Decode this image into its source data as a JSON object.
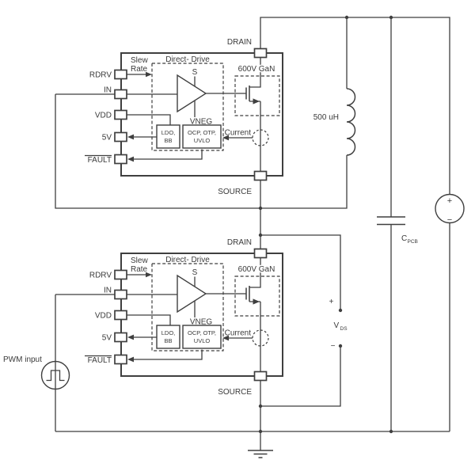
{
  "colors": {
    "line": "#3f3f3f",
    "text": "#3a3a3a",
    "background": "#ffffff"
  },
  "ic": {
    "pin_rdrv": "RDRV",
    "pin_in": "IN",
    "pin_vdd": "VDD",
    "pin_5v": "5V",
    "pin_fault": "FAULT",
    "pin_drain": "DRAIN",
    "pin_source": "SOURCE",
    "slew_line1": "Slew",
    "slew_line2": "Rate",
    "direct_drive": "Direct- Drive",
    "buffer_s": "S",
    "vneg": "VNEG",
    "ldo_line1": "LDO,",
    "ldo_line2": "BB",
    "protect_line1": "OCP, OTP,",
    "protect_line2": "UVLO",
    "current": "Current",
    "gan_label": "600V GaN"
  },
  "circuit": {
    "inductor": "500 uH",
    "cap_main": "C",
    "cap_sub": "PCB",
    "vds_main": "V",
    "vds_sub": "DS",
    "vds_plus": "+",
    "vds_minus": "−",
    "supply_plus": "+",
    "supply_minus": "−",
    "pwm_input": "PWM input"
  }
}
